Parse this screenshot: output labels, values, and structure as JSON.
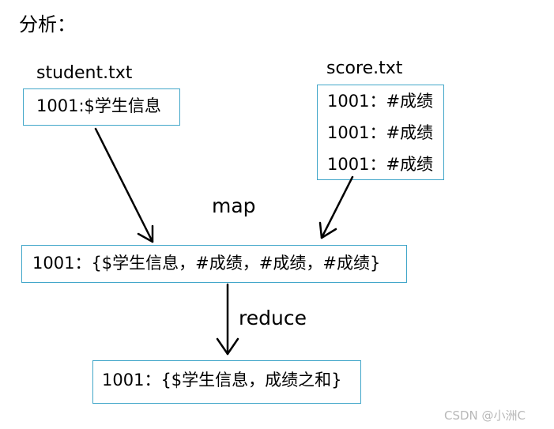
{
  "heading": "分析：",
  "student": {
    "filename": "student.txt",
    "record": "1001:$学生信息"
  },
  "score": {
    "filename": "score.txt",
    "records": [
      "1001：#成绩",
      "1001：#成绩",
      "1001：#成绩"
    ]
  },
  "map_label": "map",
  "map_output": "1001：{$学生信息，#成绩，#成绩，#成绩}",
  "reduce_label": "reduce",
  "reduce_output": "1001：{$学生信息，成绩之和}",
  "watermark": "CSDN @小洲C",
  "colors": {
    "box_border": "#41a6c9",
    "arrow": "#000000",
    "watermark": "#b8b8b8"
  }
}
